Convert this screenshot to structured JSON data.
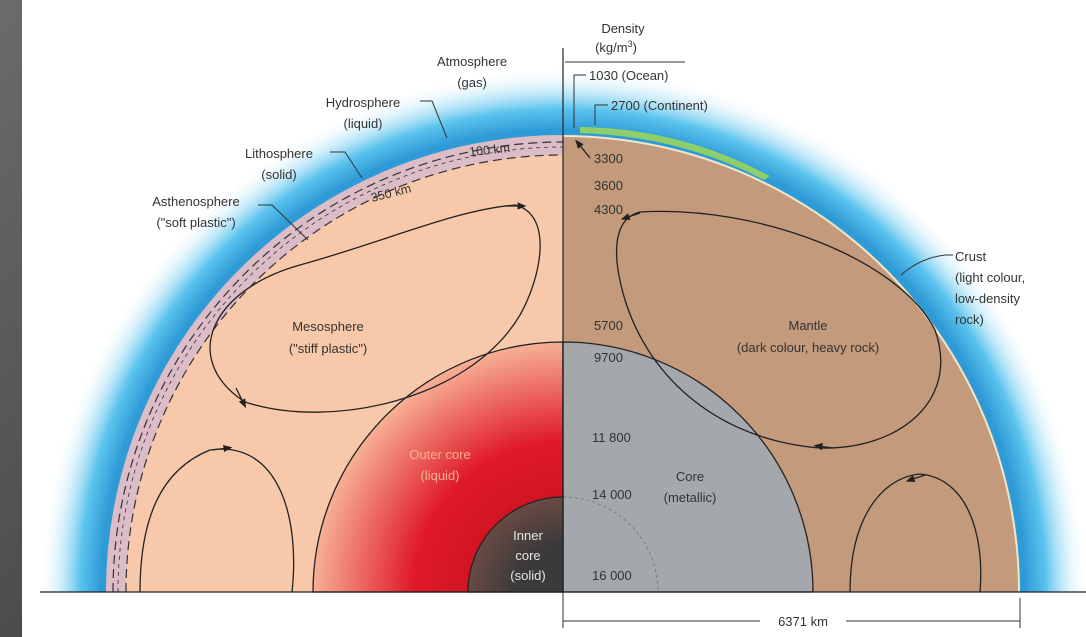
{
  "density_header": {
    "line1": "Density",
    "line2": "(kg/m",
    "sup": "3",
    "line2_end": ")"
  },
  "left_labels": {
    "atmosphere": [
      "Atmosphere",
      "(gas)"
    ],
    "hydrosphere": [
      "Hydrosphere",
      "(liquid)"
    ],
    "lithosphere": [
      "Lithosphere",
      "(solid)"
    ],
    "asthenosphere": [
      "Asthenosphere",
      "(\"soft plastic\")"
    ],
    "mesosphere": [
      "Mesosphere",
      "(\"stiff plastic\")"
    ],
    "outer_core": [
      "Outer core",
      "(liquid)"
    ],
    "inner_core": [
      "Inner",
      "core",
      "(solid)"
    ],
    "depth_100": "100 km",
    "depth_350": "350 km"
  },
  "right_labels": {
    "ocean": "1030 (Ocean)",
    "continent": "2700 (Continent)",
    "mantle": [
      "Mantle",
      "(dark colour, heavy rock)"
    ],
    "core": [
      "Core",
      "(metallic)"
    ],
    "crust": [
      "Crust",
      "(light colour,",
      "low-density",
      "rock)"
    ],
    "radius": "6371 km"
  },
  "densities": [
    "3300",
    "3600",
    "4300",
    "5700",
    "9700",
    "11 800",
    "14 000",
    "16 000"
  ],
  "colors": {
    "atmosphere": "#5bc3ee",
    "hydrosphere": "#2f9bd6",
    "lithosphere": "#dcbcc6",
    "mesosphere": "#f7c9aa",
    "mantle": "#c39a7c",
    "core": "#a4a7ac",
    "outer_core": "#e0192a",
    "inner_core": "#3a3a3a",
    "continent": "#8fcf6b"
  }
}
